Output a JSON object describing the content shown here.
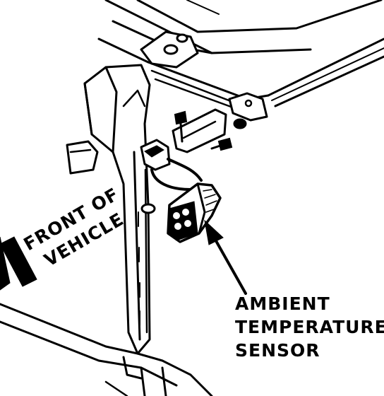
{
  "callouts": {
    "front_of_vehicle": [
      "FRONT OF",
      "VEHICLE"
    ],
    "sensor": [
      "AMBIENT",
      "TEMPERATURE",
      "SENSOR"
    ]
  },
  "colors": {
    "ink": "#000000",
    "background": "#ffffff"
  }
}
